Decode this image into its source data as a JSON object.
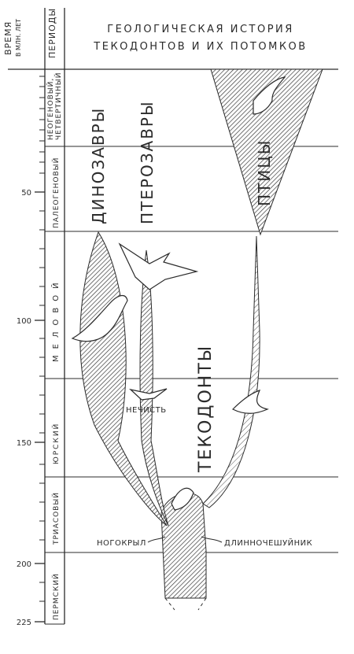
{
  "header": {
    "time_label": "ВРЕМЯ",
    "time_unit": "В МЛН. ЛЕТ",
    "periods_label": "ПЕРИОДЫ",
    "title_line1": "ГЕОЛОГИЧЕСКАЯ ИСТОРИЯ",
    "title_line2": "ТЕКОДОНТОВ И ИХ ПОТОМКОВ"
  },
  "time_axis": {
    "ticks": [
      "50",
      "100",
      "150",
      "200",
      "225"
    ]
  },
  "periods": [
    {
      "name": "НЕОГЕНОВЫЙ,",
      "name2": "ЧЕТВЕРТИЧНЫЙ"
    },
    {
      "name": "ПАЛЕОГЕНОВЫЙ"
    },
    {
      "name": "МЕЛОВОЙ"
    },
    {
      "name": "ЮРСКИЙ"
    },
    {
      "name": "ТРИАСОВЫЙ"
    },
    {
      "name": "ПЕРМСКИЙ"
    }
  ],
  "groups": {
    "dinosaurs": "ДИНОЗАВРЫ",
    "pterosaurs": "ПТЕРОЗАВРЫ",
    "birds": "ПТИЦЫ",
    "thecodonts": "ТЕКОДОНТЫ",
    "nechist": "НЕЧИСТЬ",
    "nogokryl": "НОГОКРЫЛ",
    "dlinnocheshuynik": "ДЛИННОЧЕШУЙНИК"
  },
  "colors": {
    "ink": "#2b2b2b",
    "hatch": "#3a3a3a",
    "paper": "#ffffff"
  }
}
